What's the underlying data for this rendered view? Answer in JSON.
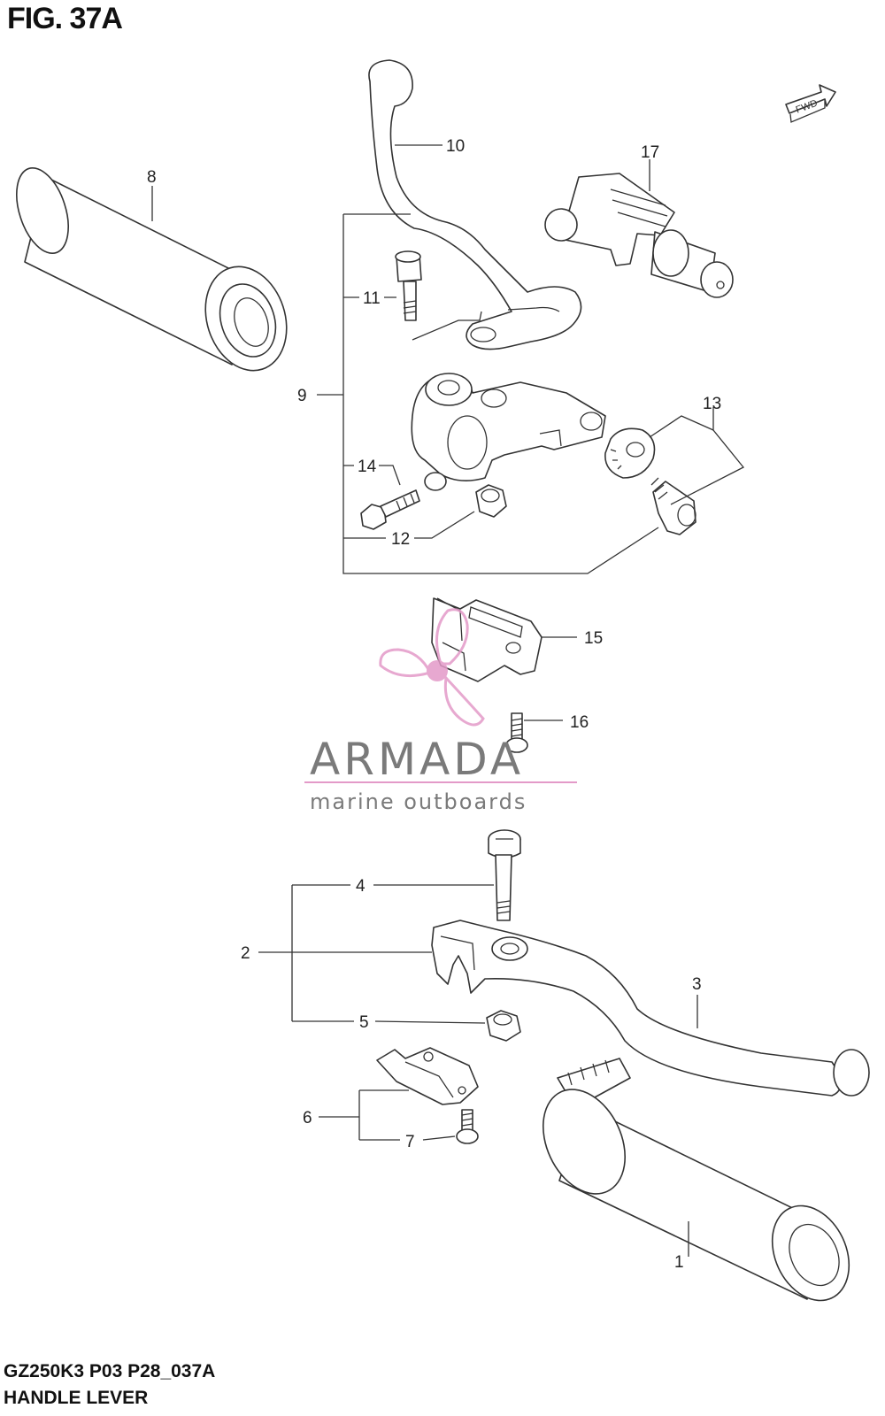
{
  "figure": {
    "title": "FIG. 37A",
    "model_code": "GZ250K3 P03 P28_037A",
    "caption": "HANDLE LEVER",
    "direction_badge": "FWD"
  },
  "watermark": {
    "brand": "ARMADA",
    "tagline": "marine outboards",
    "logo_icon": "propeller-icon",
    "accent_color": "#e39ac8",
    "text_color": "#7a7a7a"
  },
  "callouts": [
    {
      "id": "1",
      "label": "1"
    },
    {
      "id": "2",
      "label": "2"
    },
    {
      "id": "3",
      "label": "3"
    },
    {
      "id": "4",
      "label": "4"
    },
    {
      "id": "5",
      "label": "5"
    },
    {
      "id": "6",
      "label": "6"
    },
    {
      "id": "7",
      "label": "7"
    },
    {
      "id": "8",
      "label": "8"
    },
    {
      "id": "9",
      "label": "9"
    },
    {
      "id": "10",
      "label": "10"
    },
    {
      "id": "11",
      "label": "11"
    },
    {
      "id": "12",
      "label": "12"
    },
    {
      "id": "13",
      "label": "13"
    },
    {
      "id": "14",
      "label": "14"
    },
    {
      "id": "15",
      "label": "15"
    },
    {
      "id": "16",
      "label": "16"
    },
    {
      "id": "17",
      "label": "17"
    }
  ]
}
